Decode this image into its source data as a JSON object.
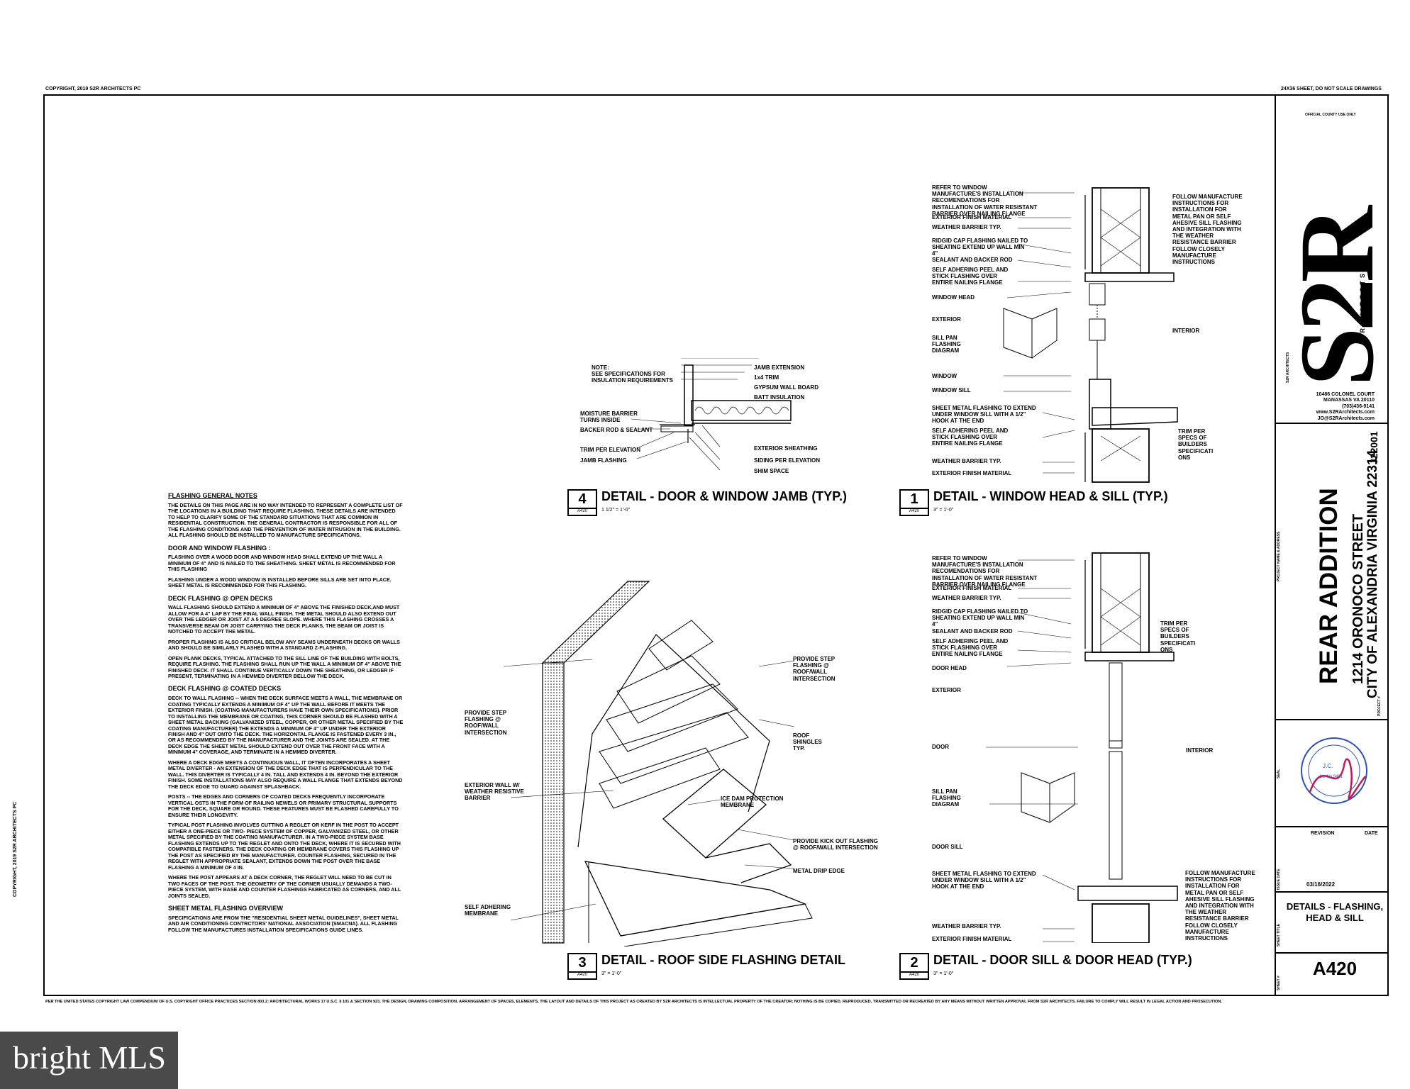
{
  "header": {
    "copyright": "COPYRIGHT, 2019 S2R ARCHITECTS PC",
    "sheet_note": "24X36 SHEET, DO NOT SCALE DRAWINGS",
    "side_copyright": "COPYRIGHT, 2019 S2R ARCHITECTS PC"
  },
  "footer": {
    "legal": "PER THE UNITED STATES COPYRIGHT LAW COMPENDIUM OF U.S. COPYRIGHT OFFICE PRACTICES SECTION 803.2: ARCHITECTURAL WORKS 17 U.S.C. § 101 & SECTION 923, THE DESIGN, DRAWING COMPOSITION, ARRANGEMENT OF SPACES, ELEMENTS, THE LAYOUT AND DETAILS OF THIS PROJECT AS CREATED BY S2R ARCHITECTS IS INTELLECTUAL PROPERTY OF THE CREATOR; NOTHING IS BE COPIED, REPRODUCED, TRANSMITTED OR RECREATED BY ANY MEANS WITHOUT WRITTEN APPROVAL FROM S2R ARCHITECTS. FAILURE TO COMPLY WILL RESULT IN LEGAL ACTION AND PROSECUTION.",
    "watermark": "bright MLS"
  },
  "title_block": {
    "official_use": "OFFICIAL COUNTY USE ONLY",
    "logo_text": "S2R",
    "logo_sub": "ARCHITECTS",
    "address_lines": [
      "10486 COLONEL COURT",
      "MANASSAS VA 20110",
      "(703)436-9141",
      "www.S2RArchitects.com",
      "JO@S2RArchitects.com"
    ],
    "project_title": "REAR ADDITION",
    "project_address": "1214 ORONOCO STREET",
    "project_city": "CITY OF ALEXANDRIA VIRGINIA 22314",
    "project_number": "J22001",
    "project_name_label": "PROJECT NAME & ADDRESS",
    "project_number_label": "PROJECT #",
    "seal_label": "SEAL",
    "revision_label": "REVISION",
    "date_label": "DATE",
    "issue_date_label": "ISSUE DATE",
    "issue_date": "03/16/2022",
    "sheet_title_label": "SHEET TITLE",
    "sheet_title": "DETAILS - FLASHING, HEAD & SILL",
    "sheet_number_label": "SHEET #",
    "sheet_number": "A420"
  },
  "notes": {
    "heading": "FLASHING GENERAL NOTES",
    "intro": "THE DETAILS ON THIS PAGE ARE IN NO WAY INTENDED TO REPRESENT A COMPLETE LIST OF THE LOCATIONS IN A BUILDING THAT REQUIRE FLASHING. THESE DETAILS ARE INTENDED TO HELP TO CLARIFY SOME OF THE STANDARD SITUATIONS THAT ARE COMMON IN RESIDENTIAL CONSTRUCTION. THE GENERAL CONTRACTOR IS RESPONSIBLE FOR ALL OF THE FLASHING CONDITIONS AND THE PREVENTION OF WATER INTRUSION IN THE BUILDING. ALL FLASHING SHOULD BE INSTALLED TO MANUFACTURE SPECIFICATIONS.",
    "door_window_heading": "DOOR AND WINDOW FLASHING :",
    "door_window_1": "FLASHING OVER A WOOD DOOR AND WINDOW HEAD SHALL EXTEND UP THE WALL A MINIMUM OF 4\" AND IS NAILED TO THE SHEATHING. SHEET METAL IS RECOMMENDED FOR THIS FLASHING",
    "door_window_2": "FLASHING UNDER A WOOD WINDOW IS INSTALLED BEFORE SILLS ARE SET INTO PLACE. SHEET METAL IS RECOMMENDED FOR THIS FLASHING.",
    "open_decks_heading": "DECK FLASHING @ OPEN DECKS",
    "open_decks_1": "WALL FLASHING SHOULD EXTEND A MINIMUM OF 4\" ABOVE THE FINISHED DECK,AND MUST ALLOW FOR A 4\" LAP BY THE FINAL WALL FINISH. THE METAL SHOULD ALSO EXTEND OUT OVER THE LEDGER OR JOIST AT A 5 DEGREE SLOPE. WHERE THIS FLASHING CROSSES A TRANSVERSE BEAM OR JOIST CARRYING THE DECK PLANKS, THE BEAM OR JOIST IS NOTCHED TO ACCEPT THE METAL.",
    "open_decks_2": "PROPER FLASHING IS ALSO CRITICAL BELOW ANY SEAMS UNDERNEATH DECKS OR WALLS AND SHOULD BE SIMILARLY FLASHED WITH A STANDARD Z-FLASHING.",
    "open_decks_3": "OPEN PLANK DECKS, TYPICAL ATTACHED TO THE SILL LINE OF THE BUILDING WITH BOLTS, REQUIRE FLASHING. THE FLASHING SHALL RUN UP THE WALL A MINIMUM OF 4\" ABOVE THE FINISHED DECK. IT SHALL CONTINUE VERTICALLY DOWN THE SHEATHING, OR LEDGER IF PRESENT, TERMINATING IN A HEMMED DIVERTER BELLOW THE DECK.",
    "coated_decks_heading": "DECK FLASHING @ COATED DECKS",
    "coated_decks_1": "DECK TO WALL FLASHING -- WHEN THE DECK SURFACE MEETS A WALL, THE MEMBRANE OR COATING TYPICALLY EXTENDS A MINIMUM OF 4\" UP THE WALL BEFORE IT MEETS THE EXTERIOR FINISH. (COATING MANUFACTURERS HAVE THEIR OWN SPECIFICATIONS). PRIOR TO INSTALLING THE MEMBRANE OR COATING, THIS CORNER SHOULD BE FLASHED WITH A SHEET METAL BACKING (GALVANIZED STEEL, COPPER, OR OTHER METAL SPECIFIED BY THE COATING MANUFACTURER) THE EXTENDS A MINIMUM OF 4\" UP UNDER THE EXTERIOR FINISH AND 4\" OUT ONTO THE DECK. THE HORIZONTAL FLANGE IS FASTENED EVERY 3 IN., OR AS RECOMMENDED BY THE MANUFACTURER AND THE JOINTS ARE SEALED. AT THE DECK EDGE THE SHEET METAL SHOULD EXTEND OUT OVER THE FRONT FACE WITH A MINIMUM 4\" COVERAGE, AND TERMINATE IN A HEMMED DIVERTER.",
    "coated_decks_2": "WHERE A DECK EDGE MEETS A CONTINUOUS WALL, IT OFTEN INCORPORATES A SHEET METAL DIVERTER - AN EXTENSION OF THE DECK EDGE THAT IS PERPENDICULAR TO THE WALL. THIS DIVERTER IS TYPICALLY 4 IN. TALL AND EXTENDS 4 IN. BEYOND THE EXTERIOR FINISH. SOME INSTALLATIONS MAY ALSO REQUIRE A WALL FLANGE THAT EXTENDS BEYOND THE DECK EDGE TO GUARD AGAINST SPLASHBACK.",
    "coated_decks_3": "POSTS -- THE EDGES AND CORNERS OF COATED DECKS FREQUENTLY INCORPORATE VERTICAL OSTS IN THE FORM OF RAILING NEWELS OR PRIMARY STRUCTURAL SUPPORTS FOR THE DECK, SQUARE OR ROUND. THESE FEATURES MUST BE FLASHED CAREFULLY TO ENSURE THEIR LONGEVITY.",
    "coated_decks_4": "TYPICAL POST FLASHING INVOLVES CUTTING A REGLET OR KERF IN THE POST TO ACCEPT EITHER A ONE-PIECE OR TWO- PIECE SYSTEM OF COPPER, GALVANIZED STEEL, OR OTHER METAL SPECIFIED BY THE COATING MANUFACTURER. IN A TWO-PIECE SYSTEM BASE FLASHING EXTENDS UP TO THE REGLET AND ONTO THE DECK, WHERE IT IS SECURED WITH COMPATIBLE FASTENERS. THE DECK COATING OR MEMBRANE COVERS THIS FLASHING UP THE POST AS SPECIFIED BY THE MANUFACTURER. COUNTER FLASHING, SECURED IN THE REGLET WITH APPROPRIATE SEALANT, EXTENDS DOWN THE POST OVER THE BASE FLASHING A MINIMUM OF 4 IN.",
    "coated_decks_5": "WHERE THE POST APPEARS AT A DECK CORNER, THE REGLET WILL NEED TO BE CUT IN TWO FACES OF THE POST. THE GEOMETRY OF THE CORNER USUALLY DEMANDS A TWO-PIECE SYSTEM, WITH BASE AND COUNTER FLASHINGS FABRICATED AS CORNERS, AND ALL JOINTS SEALED.",
    "overview_heading": "SHEET METAL FLASHING OVERVIEW",
    "overview_1": "SPECIFICATIONS ARE FROM THE \"RESIDENTIAL SHEET METAL GUIDELINES\", SHEET METAL AND AIR CONDITIONING CONTRCTORS' NATIONAL ASSOCIATION (SMACNA). ALL FLASHING FOLLOW THE MANUFACTURES INSTALLATION SPECIFICATIONS GUIDE LINES."
  },
  "details": {
    "d4": {
      "number": "4",
      "sheet": "A420",
      "title": "DETAIL - DOOR & WINDOW JAMB (TYP.)",
      "scale": "1 1/2\" = 1'-0\"",
      "note": "NOTE:\nSEE SPECIFICATIONS FOR\nINSULATION REQUIREMENTS",
      "labels_left": [
        "MOISTURE BARRIER\nTURNS INSIDE",
        "BACKER ROD & SEALANT",
        "TRIM PER ELEVATION",
        "JAMB FLASHING"
      ],
      "labels_right": [
        "JAMB EXTENSION",
        "1x4 TRIM",
        "GYPSUM WALL BOARD",
        "BATT INSULATION",
        "EXTERIOR SHEATHING",
        "SIDING PER ELEVATION",
        "SHIM SPACE"
      ]
    },
    "d1": {
      "number": "1",
      "sheet": "A420",
      "title": "DETAIL - WINDOW HEAD & SILL (TYP.)",
      "scale": "3\" = 1'-0\"",
      "labels_left": [
        "REFER TO WINDOW\nMANUFACTURE'S INSTALLATION\nRECOMENDATIONS FOR\nINSTALLATION OF WATER RESISTANT\nBARRIER OVER NAILING FLANGE",
        "EXTERIOR FINISH MATERIAL",
        "WEATHER BARRIER TYP.",
        "RIDGID CAP FLASHING NAILED TO\nSHEATING EXTEND UP WALL MIN\n4\"",
        "SEALANT AND BACKER ROD",
        "SELF ADHERING PEEL AND\nSTICK FLASHING OVER\nENTIRE NAILING FLANGE",
        "WINDOW HEAD",
        "EXTERIOR",
        "SILL PAN\nFLASHING\nDIAGRAM",
        "WINDOW",
        "WINDOW SILL",
        "SHEET METAL FLASHING TO EXTEND\nUNDER WINDOW SILL WITH A 1/2\"\nHOOK AT THE END",
        "SELF ADHERING PEEL AND\nSTICK FLASHING OVER\nENTIRE NAILING FLANGE",
        "WEATHER BARRIER TYP.",
        "EXTERIOR FINISH MATERIAL"
      ],
      "labels_right": [
        "FOLLOW MANUFACTURE\nINSTRUCTIONS FOR\nINSTALLATION FOR\nMETAL PAN OR SELF\nAHESIVE SILL FLASHING\nAND INTEGRATION WITH\nTHE WEATHER\nRESISTANCE BARRIER\nFOLLOW CLOSELY\nMANUFACTURE\nINSTRUCTIONS",
        "INTERIOR",
        "TRIM PER\nSPECS OF\nBUILDERS\nSPECIFICATI\nONS"
      ]
    },
    "d3": {
      "number": "3",
      "sheet": "A420",
      "title": "DETAIL - ROOF SIDE FLASHING DETAIL",
      "scale": "3\" = 1'-0\"",
      "labels_left": [
        "PROVIDE STEP\nFLASHING @\nROOF/WALL\nINTERSECTION",
        "EXTERIOR WALL W/\nWEATHER RESISTIVE\nBARRIER",
        "SELF ADHERING\nMEMBRANE"
      ],
      "labels_right": [
        "PROVIDE STEP\nFLASHING @\nROOF/WALL\nINTERSECTION",
        "ROOF\nSHINGLES\nTYP.",
        "ICE DAM PROTECTION\nMEMBRANE",
        "PROVIDE KICK OUT FLASHING\n@ ROOF/WALL INTERSECTION",
        "METAL DRIP EDGE"
      ]
    },
    "d2": {
      "number": "2",
      "sheet": "A420",
      "title": "DETAIL - DOOR SILL & DOOR HEAD (TYP.)",
      "scale": "3\" = 1'-0\"",
      "labels_left": [
        "REFER TO WINDOW\nMANUFACTURE'S INSTALLATION\nRECOMENDATIONS FOR\nINSTALLATION OF WATER RESISTANT\nBARRIER OVER NAILING FLANGE",
        "EXTERIOR FINISH MATERIAL",
        "WEATHER BARRIER TYP.",
        "RIDGID CAP FLASHING NAILED TO\nSHEATING EXTEND UP WALL MIN\n4\"",
        "SEALANT AND BACKER ROD",
        "SELF ADHERING PEEL AND\nSTICK FLASHING OVER\nENTIRE NAILING FLANGE",
        "DOOR HEAD",
        "EXTERIOR",
        "DOOR",
        "SILL PAN\nFLASHING\nDIAGRAM",
        "DOOR SILL",
        "SHEET METAL FLASHING TO EXTEND\nUNDER WINDOW SILL WITH A 1/2\"\nHOOK AT THE END",
        "WEATHER BARRIER TYP.",
        "EXTERIOR FINISH MATERIAL"
      ],
      "labels_right": [
        "TRIM PER\nSPECS OF\nBUILDERS\nSPECIFICATI\nONS",
        "INTERIOR",
        "FOLLOW MANUFACTURE\nINSTRUCTIONS FOR\nINSTALLATION FOR\nMETAL PAN OR SELF\nAHESIVE SILL FLASHING\nAND INTEGRATION WITH\nTHE WEATHER\nRESISTANCE BARRIER\nFOLLOW CLOSELY\nMANUFACTURE\nINSTRUCTIONS"
      ]
    }
  },
  "colors": {
    "ink": "#000000",
    "seal_blue": "#2a4fb0",
    "signature_red": "#c2185b",
    "watermark_bg": "#4a4a4a"
  }
}
